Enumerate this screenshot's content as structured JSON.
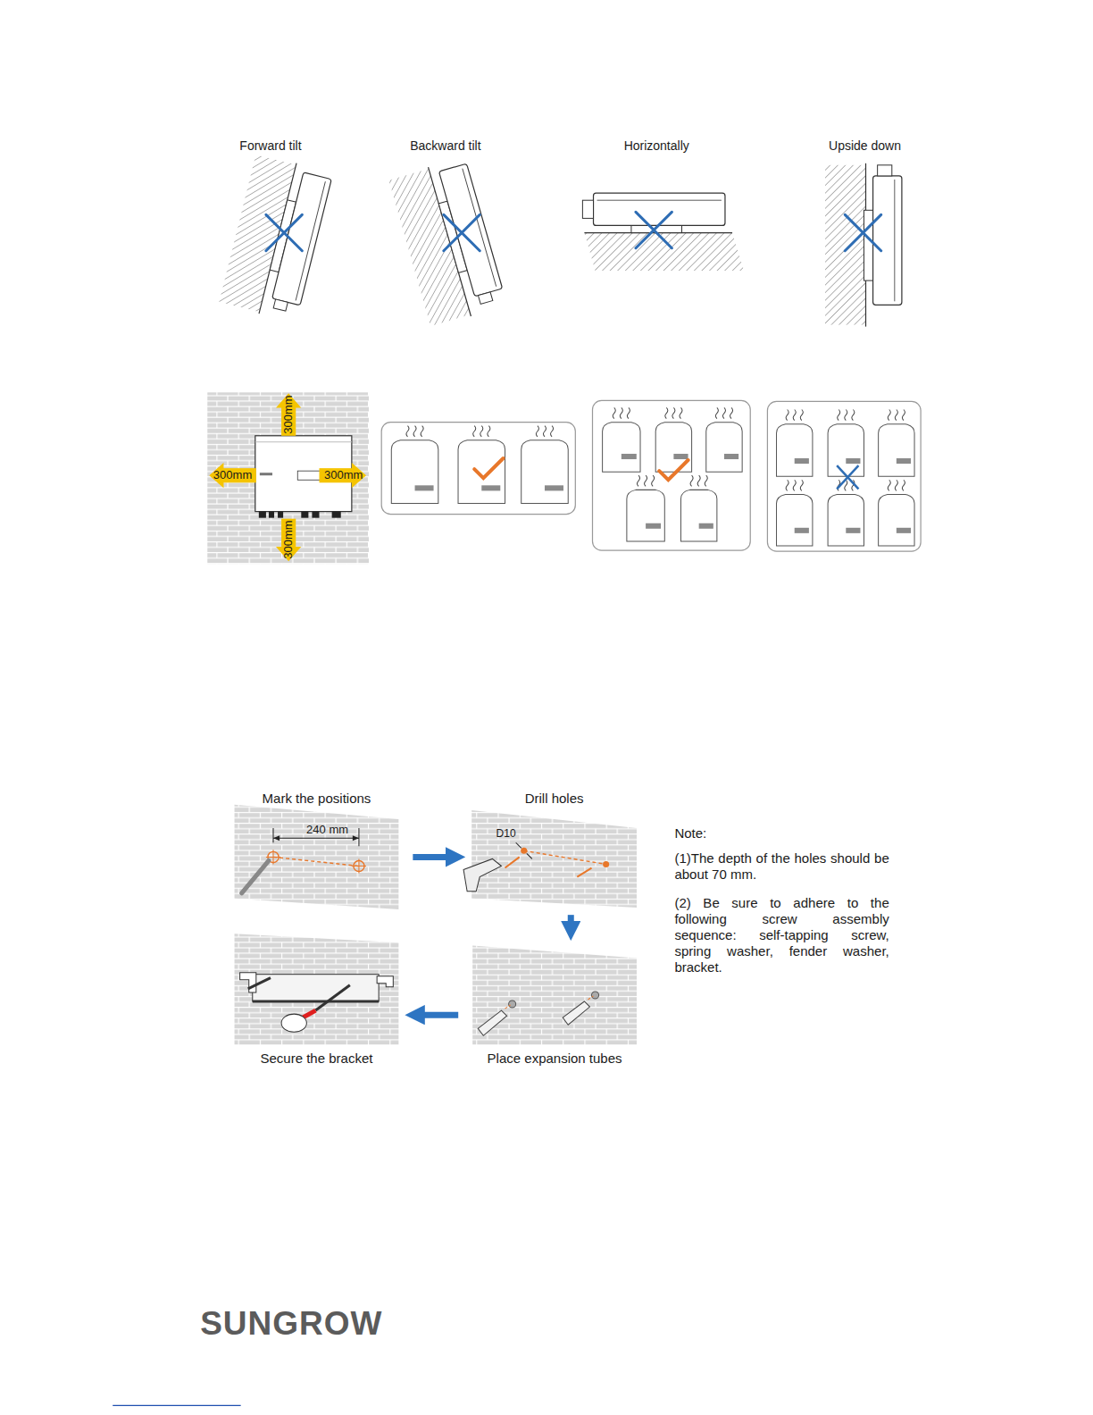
{
  "diagram": {
    "nodes": [
      {
        "text": [
          "Mark the positions"
        ]
      },
      {
        "text": [
          "Drill holes"
        ]
      },
      {
        "text": [
          "Place expansion tubes"
        ]
      },
      {
        "text": [
          "Secure the bracket"
        ]
      }
    ],
    "edges": [
      {
        "from": 0,
        "to": 1,
        "arrow": "to"
      },
      {
        "from": 1,
        "to": 2,
        "arrow": "to"
      },
      {
        "from": 2,
        "to": 3,
        "arrow": "to"
      }
    ],
    "labels": [
      "Forward tilt",
      "Backward tilt",
      "Horizontally",
      "Upside down",
      "300mm",
      "300mm",
      "300mm",
      "300mm",
      "240 mm",
      "D10",
      "Note:",
      "(1)The depth of the holes should be about 70 mm.",
      "(2) Be sure to adhere to the following screw assembly sequence: self-tapping screw, spring washer, fender washer, bracket.",
      "SUNGROW"
    ]
  }
}
